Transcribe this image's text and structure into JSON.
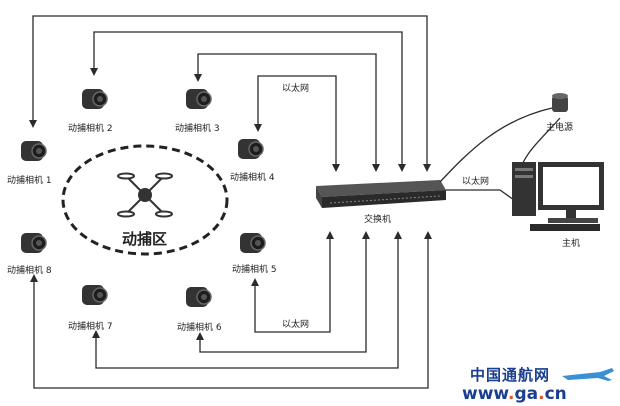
{
  "diagram": {
    "cameras": [
      {
        "label": "动捕相机 1"
      },
      {
        "label": "动捕相机 2"
      },
      {
        "label": "动捕相机 3"
      },
      {
        "label": "动捕相机 4"
      },
      {
        "label": "动捕相机 5"
      },
      {
        "label": "动捕相机 6"
      },
      {
        "label": "动捕相机 7"
      },
      {
        "label": "动捕相机 8"
      }
    ],
    "capture_zone": {
      "label": "动捕区"
    },
    "ethernet_top": "以太网",
    "ethernet_bottom": "以太网",
    "ethernet_right": "以太网",
    "switch": {
      "label": "交换机"
    },
    "power": {
      "label": "主电源"
    },
    "host": {
      "label": "主机"
    }
  },
  "watermark": {
    "cn": "中国通航网",
    "url_pre": "www",
    "url_dot1": ".",
    "url_mid": "ga",
    "url_dot2": ".",
    "url_post": "cn"
  },
  "colors": {
    "line": "#2b2b2b",
    "camera_body": "#333333",
    "watermark_blue": "#1a3f8f",
    "watermark_dot": "#e0572a"
  }
}
